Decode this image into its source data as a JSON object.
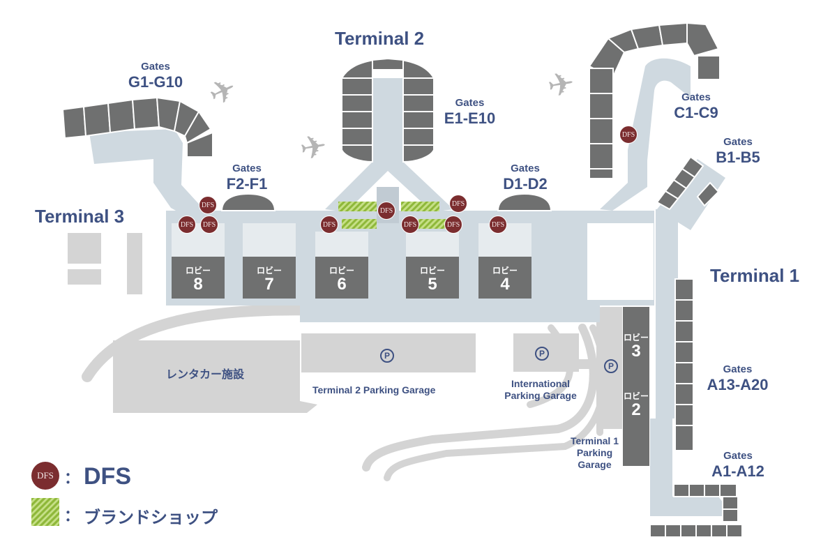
{
  "terminals": {
    "t1": "Terminal 1",
    "t2": "Terminal 2",
    "t3": "Terminal 3"
  },
  "gates": {
    "prefix": "Gates",
    "g": "G1-G10",
    "e": "E1-E10",
    "f": "F2-F1",
    "d": "D1-D2",
    "c": "C1-C9",
    "b": "B1-B5",
    "a13": "A13-A20",
    "a1": "A1-A12"
  },
  "lobbies": {
    "label": "ロビー",
    "items": [
      "8",
      "7",
      "6",
      "5",
      "4",
      "3",
      "2"
    ]
  },
  "dfs_badge": "DFS",
  "parking": {
    "symbol": "P",
    "t2_garage": "Terminal 2 Parking Garage",
    "intl_line1": "International",
    "intl_line2": "Parking Garage",
    "t1_line1": "Terminal 1",
    "t1_line2": "Parking",
    "t1_line3": "Garage"
  },
  "rental_car": "レンタカー施設",
  "legend": {
    "colon": "：",
    "dfs_label": "DFS",
    "shop_label": "ブランドショップ"
  },
  "colors": {
    "building_dark": "#6f7070",
    "concourse_light": "#cfd9e0",
    "road_gray": "#d4d4d4",
    "lobby_pale": "#e6ebee",
    "label_blue": "#3e5182",
    "dfs_red": "#7b2d2f",
    "shop_green": "#8fb83a"
  },
  "icons": [
    "airplane-icon",
    "parking-icon",
    "dfs-badge-icon",
    "brand-shop-hatch-icon"
  ]
}
